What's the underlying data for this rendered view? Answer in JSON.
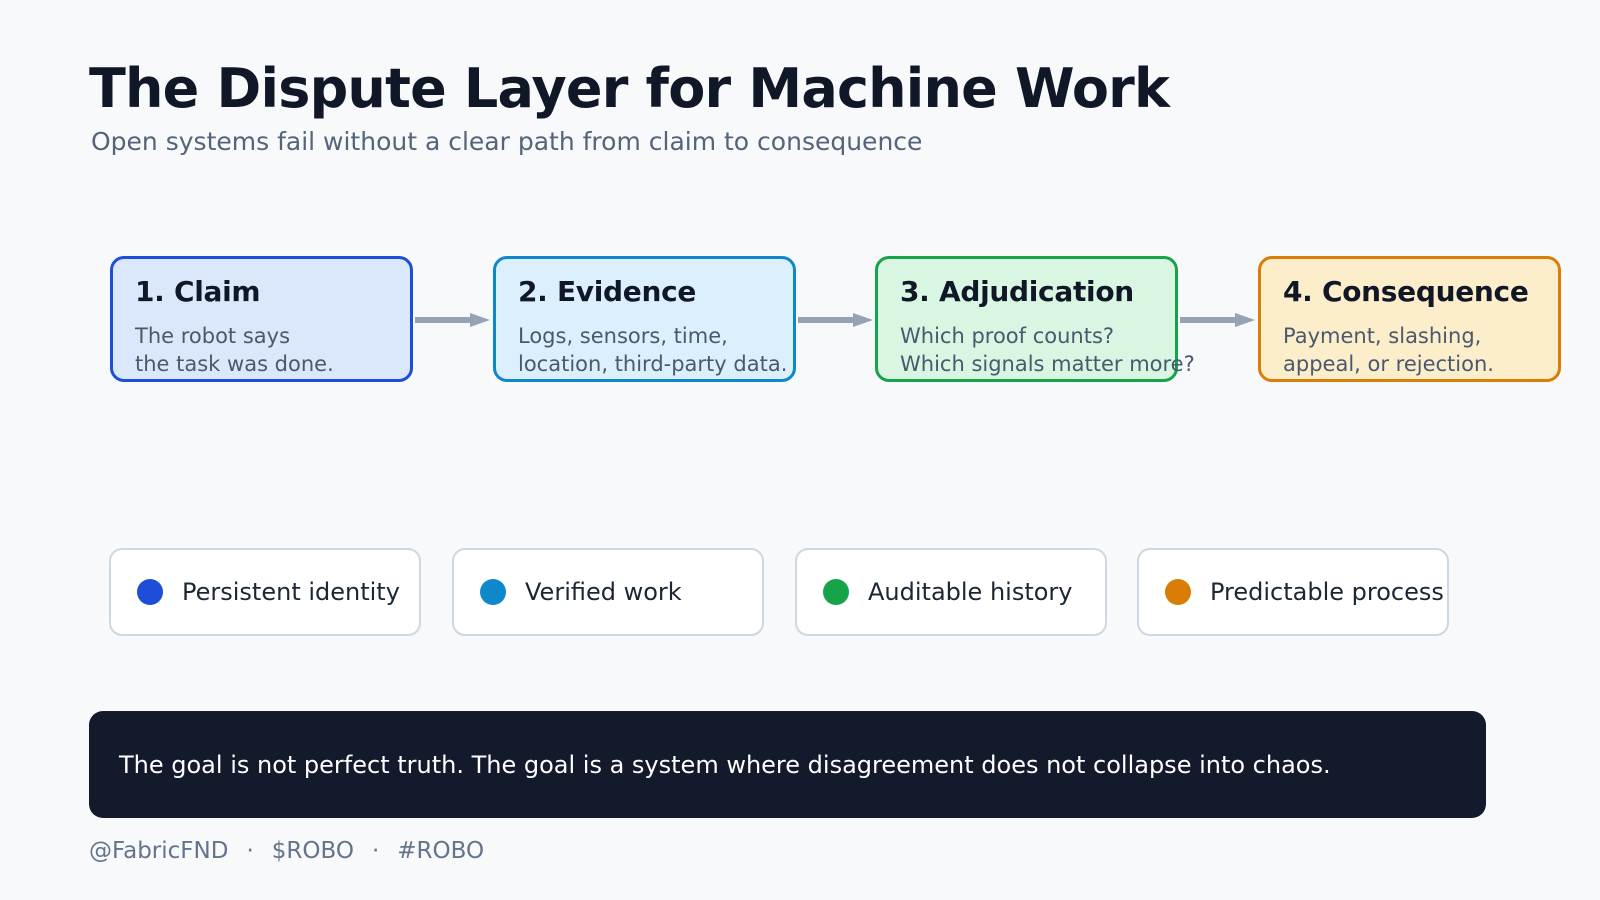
{
  "header": {
    "title": "The Dispute Layer for Machine Work",
    "subtitle": "Open systems fail without a clear path from claim to consequence"
  },
  "flow": {
    "arrow_color": "#94a3b8",
    "steps": [
      {
        "title": "1. Claim",
        "desc_line1": "The robot says",
        "desc_line2": "the task was done.",
        "border_color": "#1d4ed8",
        "fill_color": "#dbe8fb"
      },
      {
        "title": "2. Evidence",
        "desc_line1": "Logs, sensors, time,",
        "desc_line2": "location, third-party data.",
        "border_color": "#0e88c8",
        "fill_color": "#dceffc"
      },
      {
        "title": "3. Adjudication",
        "desc_line1": "Which proof counts?",
        "desc_line2": "Which signals matter more?",
        "border_color": "#16a34a",
        "fill_color": "#d8f6e2"
      },
      {
        "title": "4. Consequence",
        "desc_line1": "Payment, slashing,",
        "desc_line2": "appeal, or rejection.",
        "border_color": "#d97d07",
        "fill_color": "#fceeca"
      }
    ]
  },
  "pills": [
    {
      "label": "Persistent identity",
      "dot_icon": "status-dot-icon",
      "dot_color": "#1d4ed8"
    },
    {
      "label": "Verified work",
      "dot_icon": "status-dot-icon",
      "dot_color": "#0e88c8"
    },
    {
      "label": "Auditable history",
      "dot_icon": "status-dot-icon",
      "dot_color": "#16a34a"
    },
    {
      "label": "Predictable process",
      "dot_icon": "status-dot-icon",
      "dot_color": "#d97d07"
    }
  ],
  "banner": {
    "text": "The goal is not perfect truth. The goal is a system where disagreement does not collapse into chaos.",
    "background_color": "#121a2c"
  },
  "footer": {
    "handle": "@FabricFND",
    "separator_1": "·",
    "ticker": "$ROBO",
    "separator_2": "·",
    "hashtag": "#ROBO"
  }
}
